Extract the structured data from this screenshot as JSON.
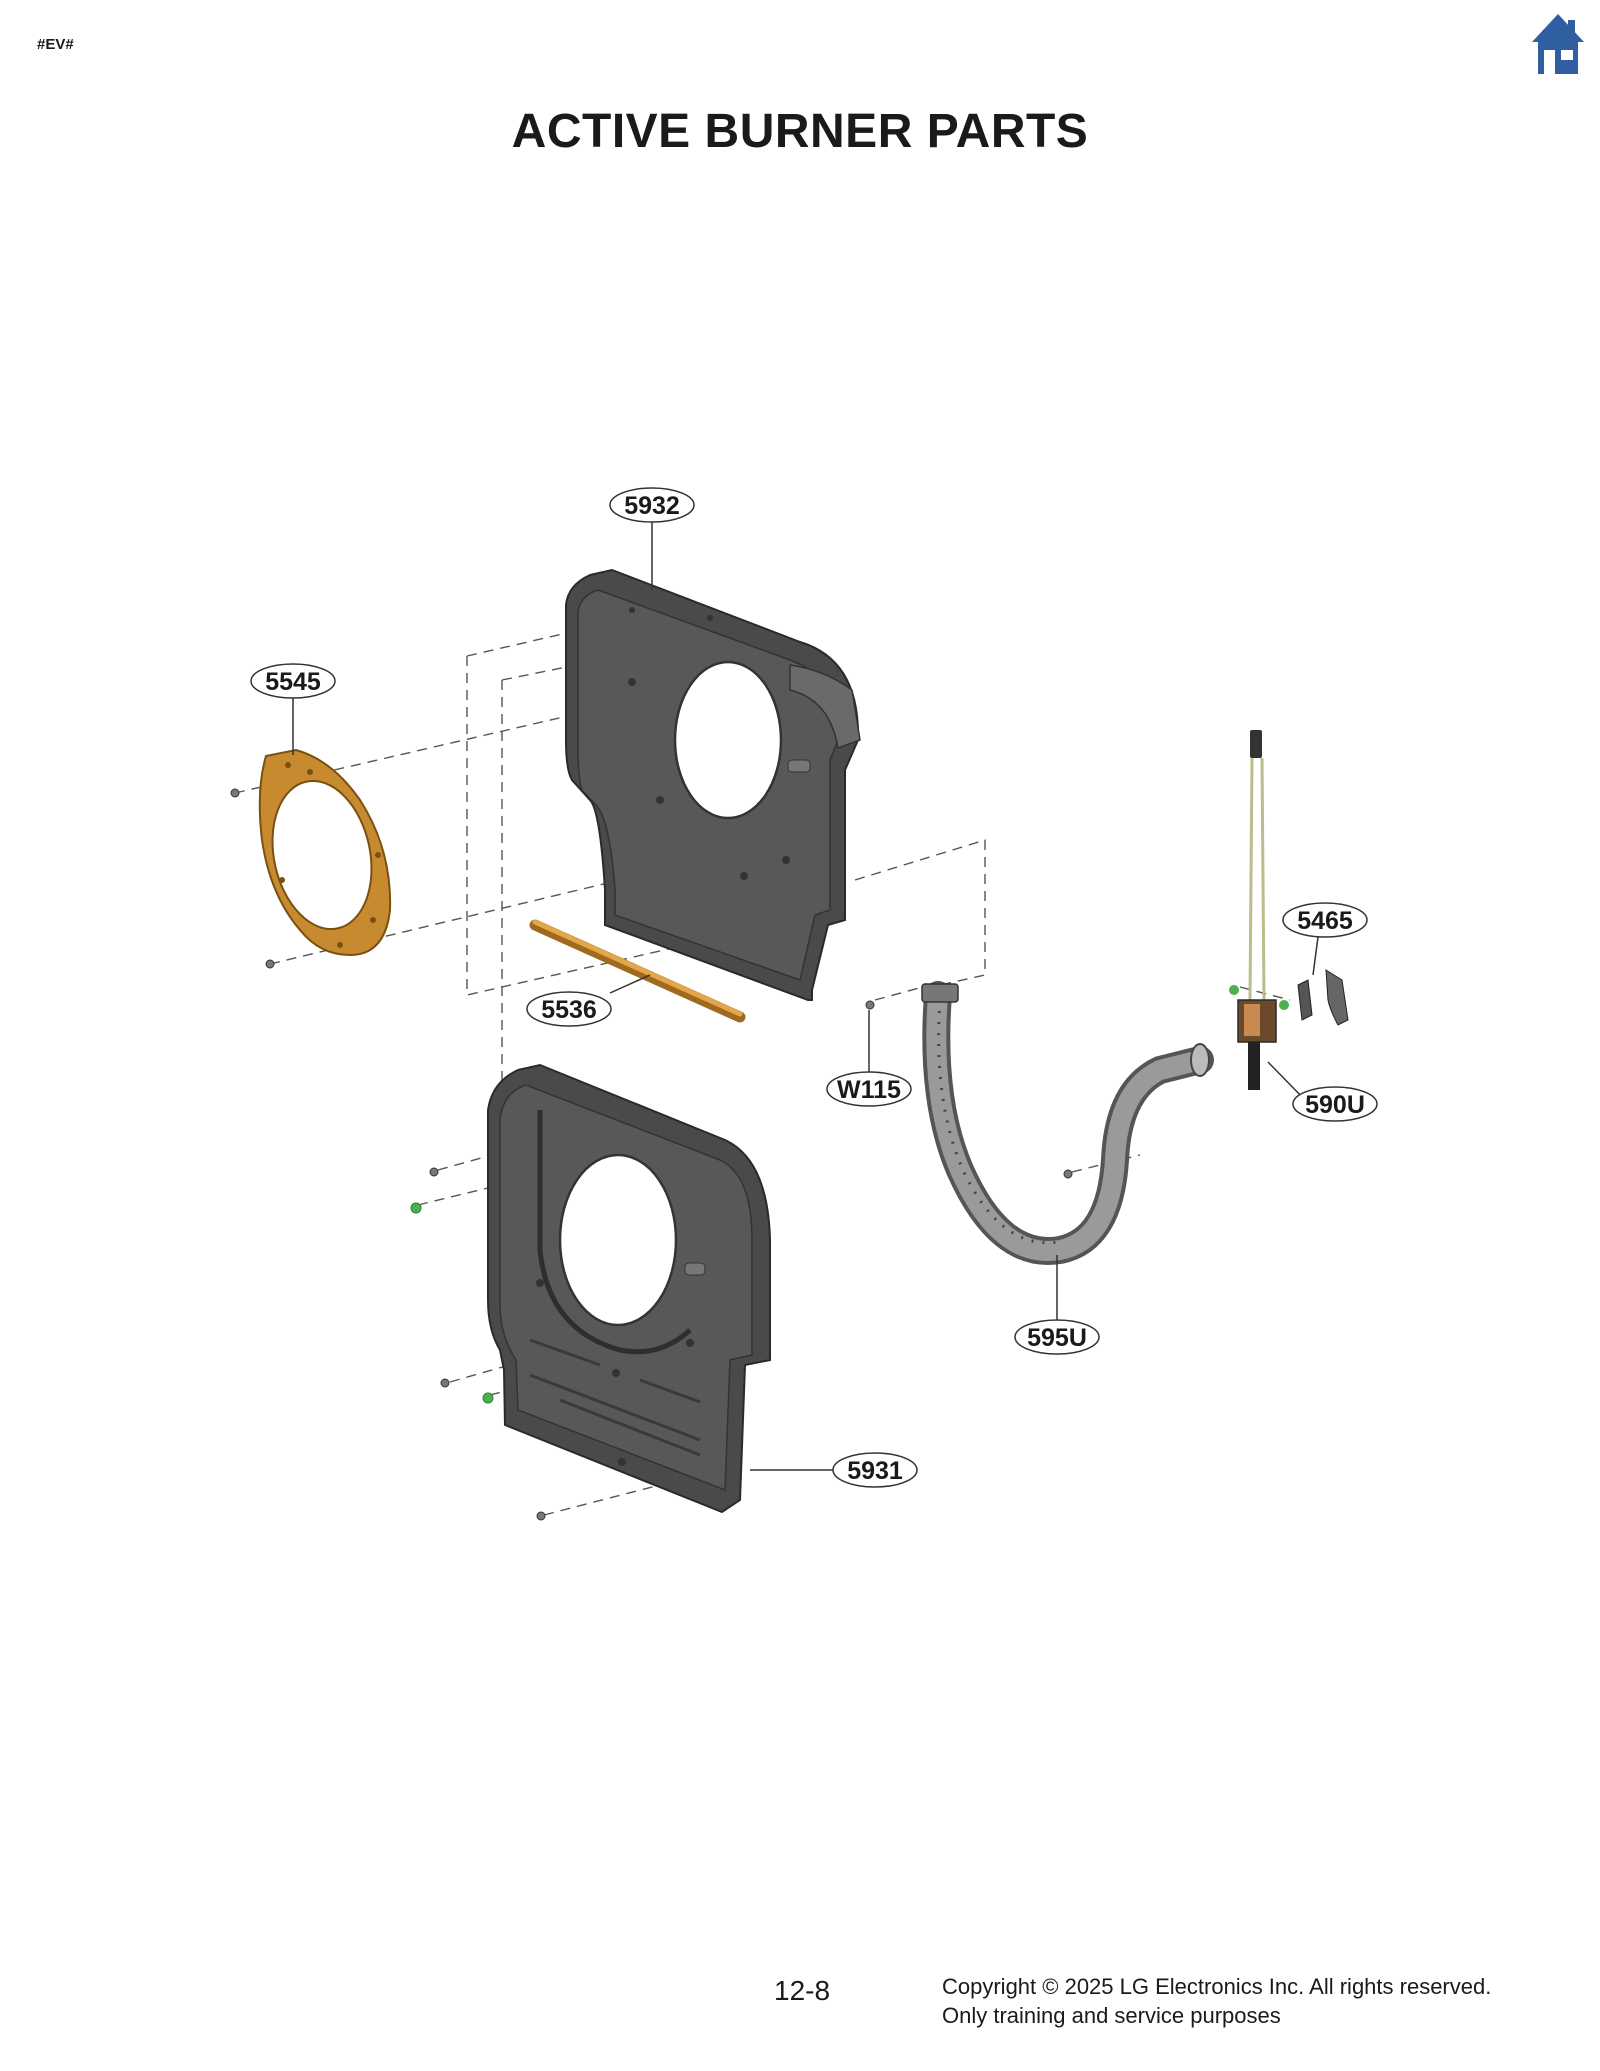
{
  "doc_tag": "#EV#",
  "title": "ACTIVE BURNER PARTS",
  "icons": {
    "home": "home-icon"
  },
  "colors": {
    "home_icon": "#2f5fa0",
    "bracket_orange": "#c88a2e",
    "panel_dark": "#4a4a4a",
    "screw_green": "#4caf50"
  },
  "callouts": {
    "c5932": "5932",
    "c5545": "5545",
    "c5536": "5536",
    "cW115": "W115",
    "c5465": "5465",
    "c590U": "590U",
    "c595U": "595U",
    "c5931": "5931"
  },
  "footer": {
    "page": "12-8",
    "copyright_line1": "Copyright © 2025 LG Electronics Inc. All rights reserved.",
    "copyright_line2": "Only training and service purposes"
  }
}
